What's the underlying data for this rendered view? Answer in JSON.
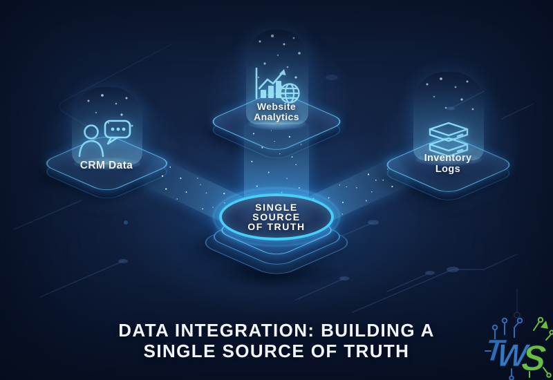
{
  "colors": {
    "background": "#0d1a33",
    "accent_cyan": "#48cff7",
    "beam_blue": "#6ccaff",
    "platform_navy": "#1d3359",
    "text_white": "#f2f6fb",
    "logo_blue": "#2e6db6",
    "logo_green": "#6abf40"
  },
  "nodes": {
    "crm": {
      "lines": [
        "CRM Data"
      ],
      "icon": "person-chat-icon"
    },
    "analytics": {
      "lines": [
        "Website",
        "Analytics"
      ],
      "icon": "chart-globe-icon"
    },
    "inventory": {
      "lines": [
        "Inventory",
        "Logs"
      ],
      "icon": "stacked-boxes-icon"
    }
  },
  "center": {
    "lines": [
      "SINGLE",
      "SOURCE",
      "OF TRUTH"
    ]
  },
  "title": {
    "lines": [
      "DATA INTEGRATION: BUILDING A",
      "SINGLE SOURCE OF TRUTH"
    ]
  },
  "logo": {
    "letters": [
      "T",
      "W",
      "S"
    ]
  }
}
